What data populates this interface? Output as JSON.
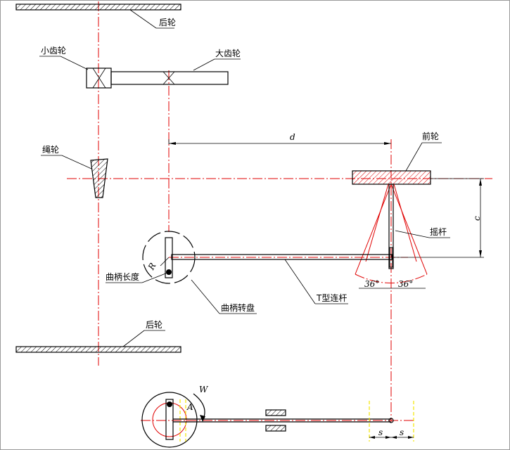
{
  "labels": {
    "rear_wheel_top": "后轮",
    "small_gear": "小齿轮",
    "large_gear": "大齿轮",
    "rope_wheel": "绳轮",
    "front_wheel": "前轮",
    "rocker": "摇杆",
    "crank_length": "曲柄长度",
    "crank_disc": "曲柄转盘",
    "t_link": "T型连杆",
    "rear_wheel_bottom": "后轮"
  },
  "symbols": {
    "d": "d",
    "c": "c",
    "r": "R",
    "angle_left": "36°",
    "angle_right": "36°",
    "w": "W",
    "a": "A",
    "s_left": "s",
    "s_right": "s"
  }
}
